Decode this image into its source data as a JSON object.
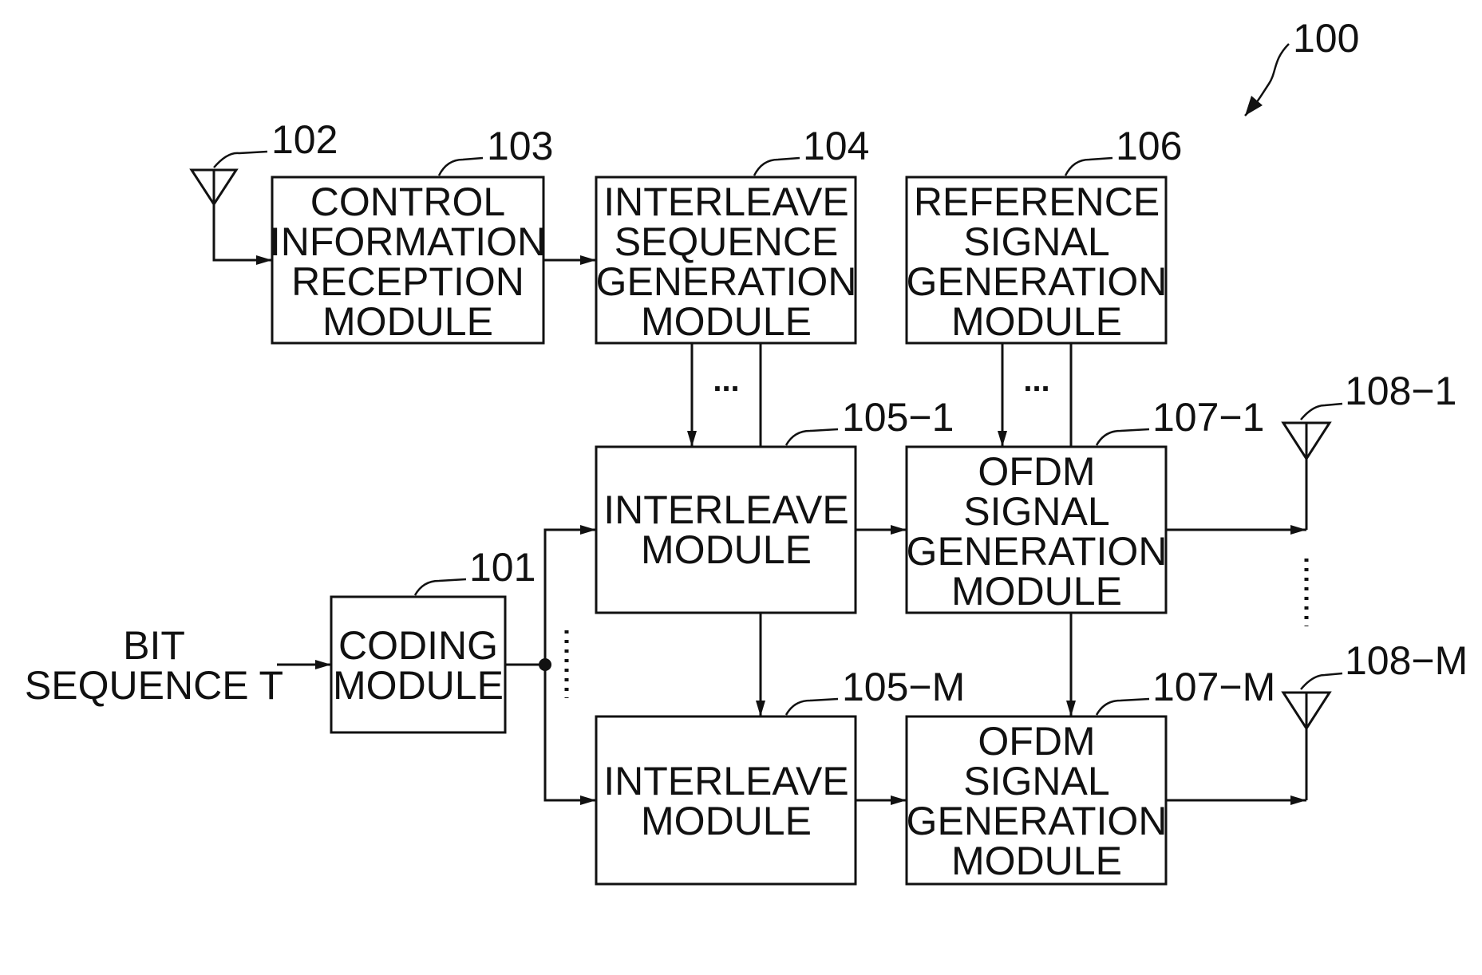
{
  "figure_number": "100",
  "input_label": [
    "BIT",
    "SEQUENCE T"
  ],
  "blocks": {
    "coding": {
      "ref": "101",
      "lines": [
        "CODING",
        "MODULE"
      ]
    },
    "control_info": {
      "ref": "103",
      "lines": [
        "CONTROL",
        "INFORMATION",
        "RECEPTION",
        "MODULE"
      ]
    },
    "interleave_seq": {
      "ref": "104",
      "lines": [
        "INTERLEAVE",
        "SEQUENCE",
        "GENERATION",
        "MODULE"
      ]
    },
    "reference_signal": {
      "ref": "106",
      "lines": [
        "REFERENCE",
        "SIGNAL",
        "GENERATION",
        "MODULE"
      ]
    },
    "interleave_1": {
      "ref": "105−1",
      "lines": [
        "INTERLEAVE",
        "MODULE"
      ]
    },
    "interleave_m": {
      "ref": "105−M",
      "lines": [
        "INTERLEAVE",
        "MODULE"
      ]
    },
    "ofdm_1": {
      "ref": "107−1",
      "lines": [
        "OFDM",
        "SIGNAL",
        "GENERATION",
        "MODULE"
      ]
    },
    "ofdm_m": {
      "ref": "107−M",
      "lines": [
        "OFDM",
        "SIGNAL",
        "GENERATION",
        "MODULE"
      ]
    }
  },
  "antennas": {
    "rx": {
      "ref": "102"
    },
    "tx_1": {
      "ref": "108−1"
    },
    "tx_m": {
      "ref": "108−M"
    }
  },
  "ellipsis": "..."
}
